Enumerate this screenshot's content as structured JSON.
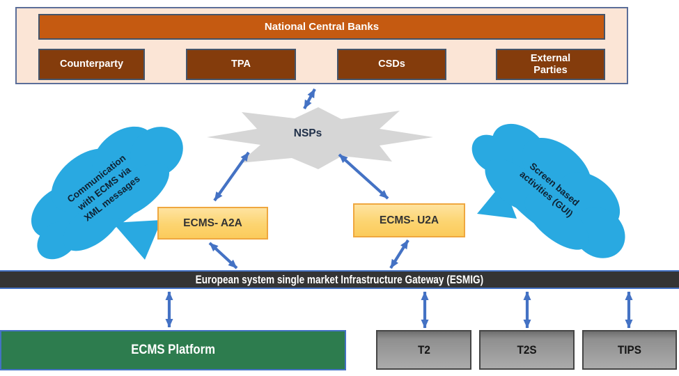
{
  "top_panel": {
    "banner": "National Central Banks",
    "stakeholders": [
      "Counterparty",
      "TPA",
      "CSDs",
      "External\nParties"
    ]
  },
  "network": {
    "nsps": "NSPs"
  },
  "annotations": {
    "left_cloud": "Communication\nwith ECMS via\nXML messages",
    "right_cloud": "Screen based\nactivities (GUI)"
  },
  "access_channels": {
    "a2a": "ECMS- A2A",
    "u2a": "ECMS- U2A"
  },
  "gateway": {
    "esmig": "European system single market Infrastructure Gateway (ESMIG)"
  },
  "platforms": {
    "ecms": "ECMS Platform",
    "others": [
      "T2",
      "T2S",
      "TIPS"
    ]
  },
  "colors": {
    "arrow_blue": "#4472C4",
    "cloud_blue": "#29A9E1",
    "banner_orange": "#C55A11",
    "stakeholder_brown": "#843C0C",
    "panel_peach": "#FBE5D6",
    "channel_gold": "#FBCB5B",
    "esmig_dark": "#343434",
    "platform_green": "#2D7C4E",
    "settlement_gray": "#9E9E9E",
    "starburst_gray": "#D6D6D6"
  }
}
